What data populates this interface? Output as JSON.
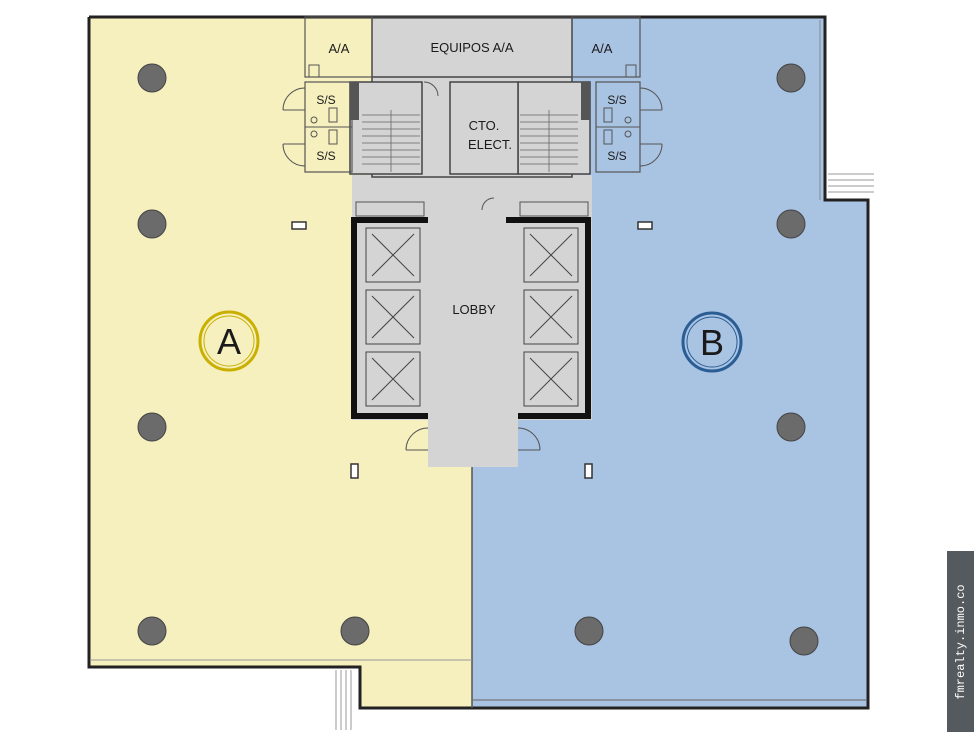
{
  "units": {
    "a": {
      "label": "A",
      "color": "#f6efbe",
      "ring": "#c9b000"
    },
    "b": {
      "label": "B",
      "color": "#a9c3e2",
      "ring": "#2a5d94"
    }
  },
  "rooms": {
    "equipos": "EQUIPOS A/A",
    "aa_left": "A/A",
    "aa_right": "A/A",
    "ss": "S/S",
    "cto": "CTO.",
    "elect": "ELECT.",
    "lobby": "LOBBY"
  },
  "colors": {
    "core": "#d4d4d4",
    "wall": "#222222",
    "column": "#6b6b6b",
    "ss_right": "#a9c3e2",
    "ss_left": "#f6efbe"
  },
  "watermark": "fmrealty.inmo.co"
}
